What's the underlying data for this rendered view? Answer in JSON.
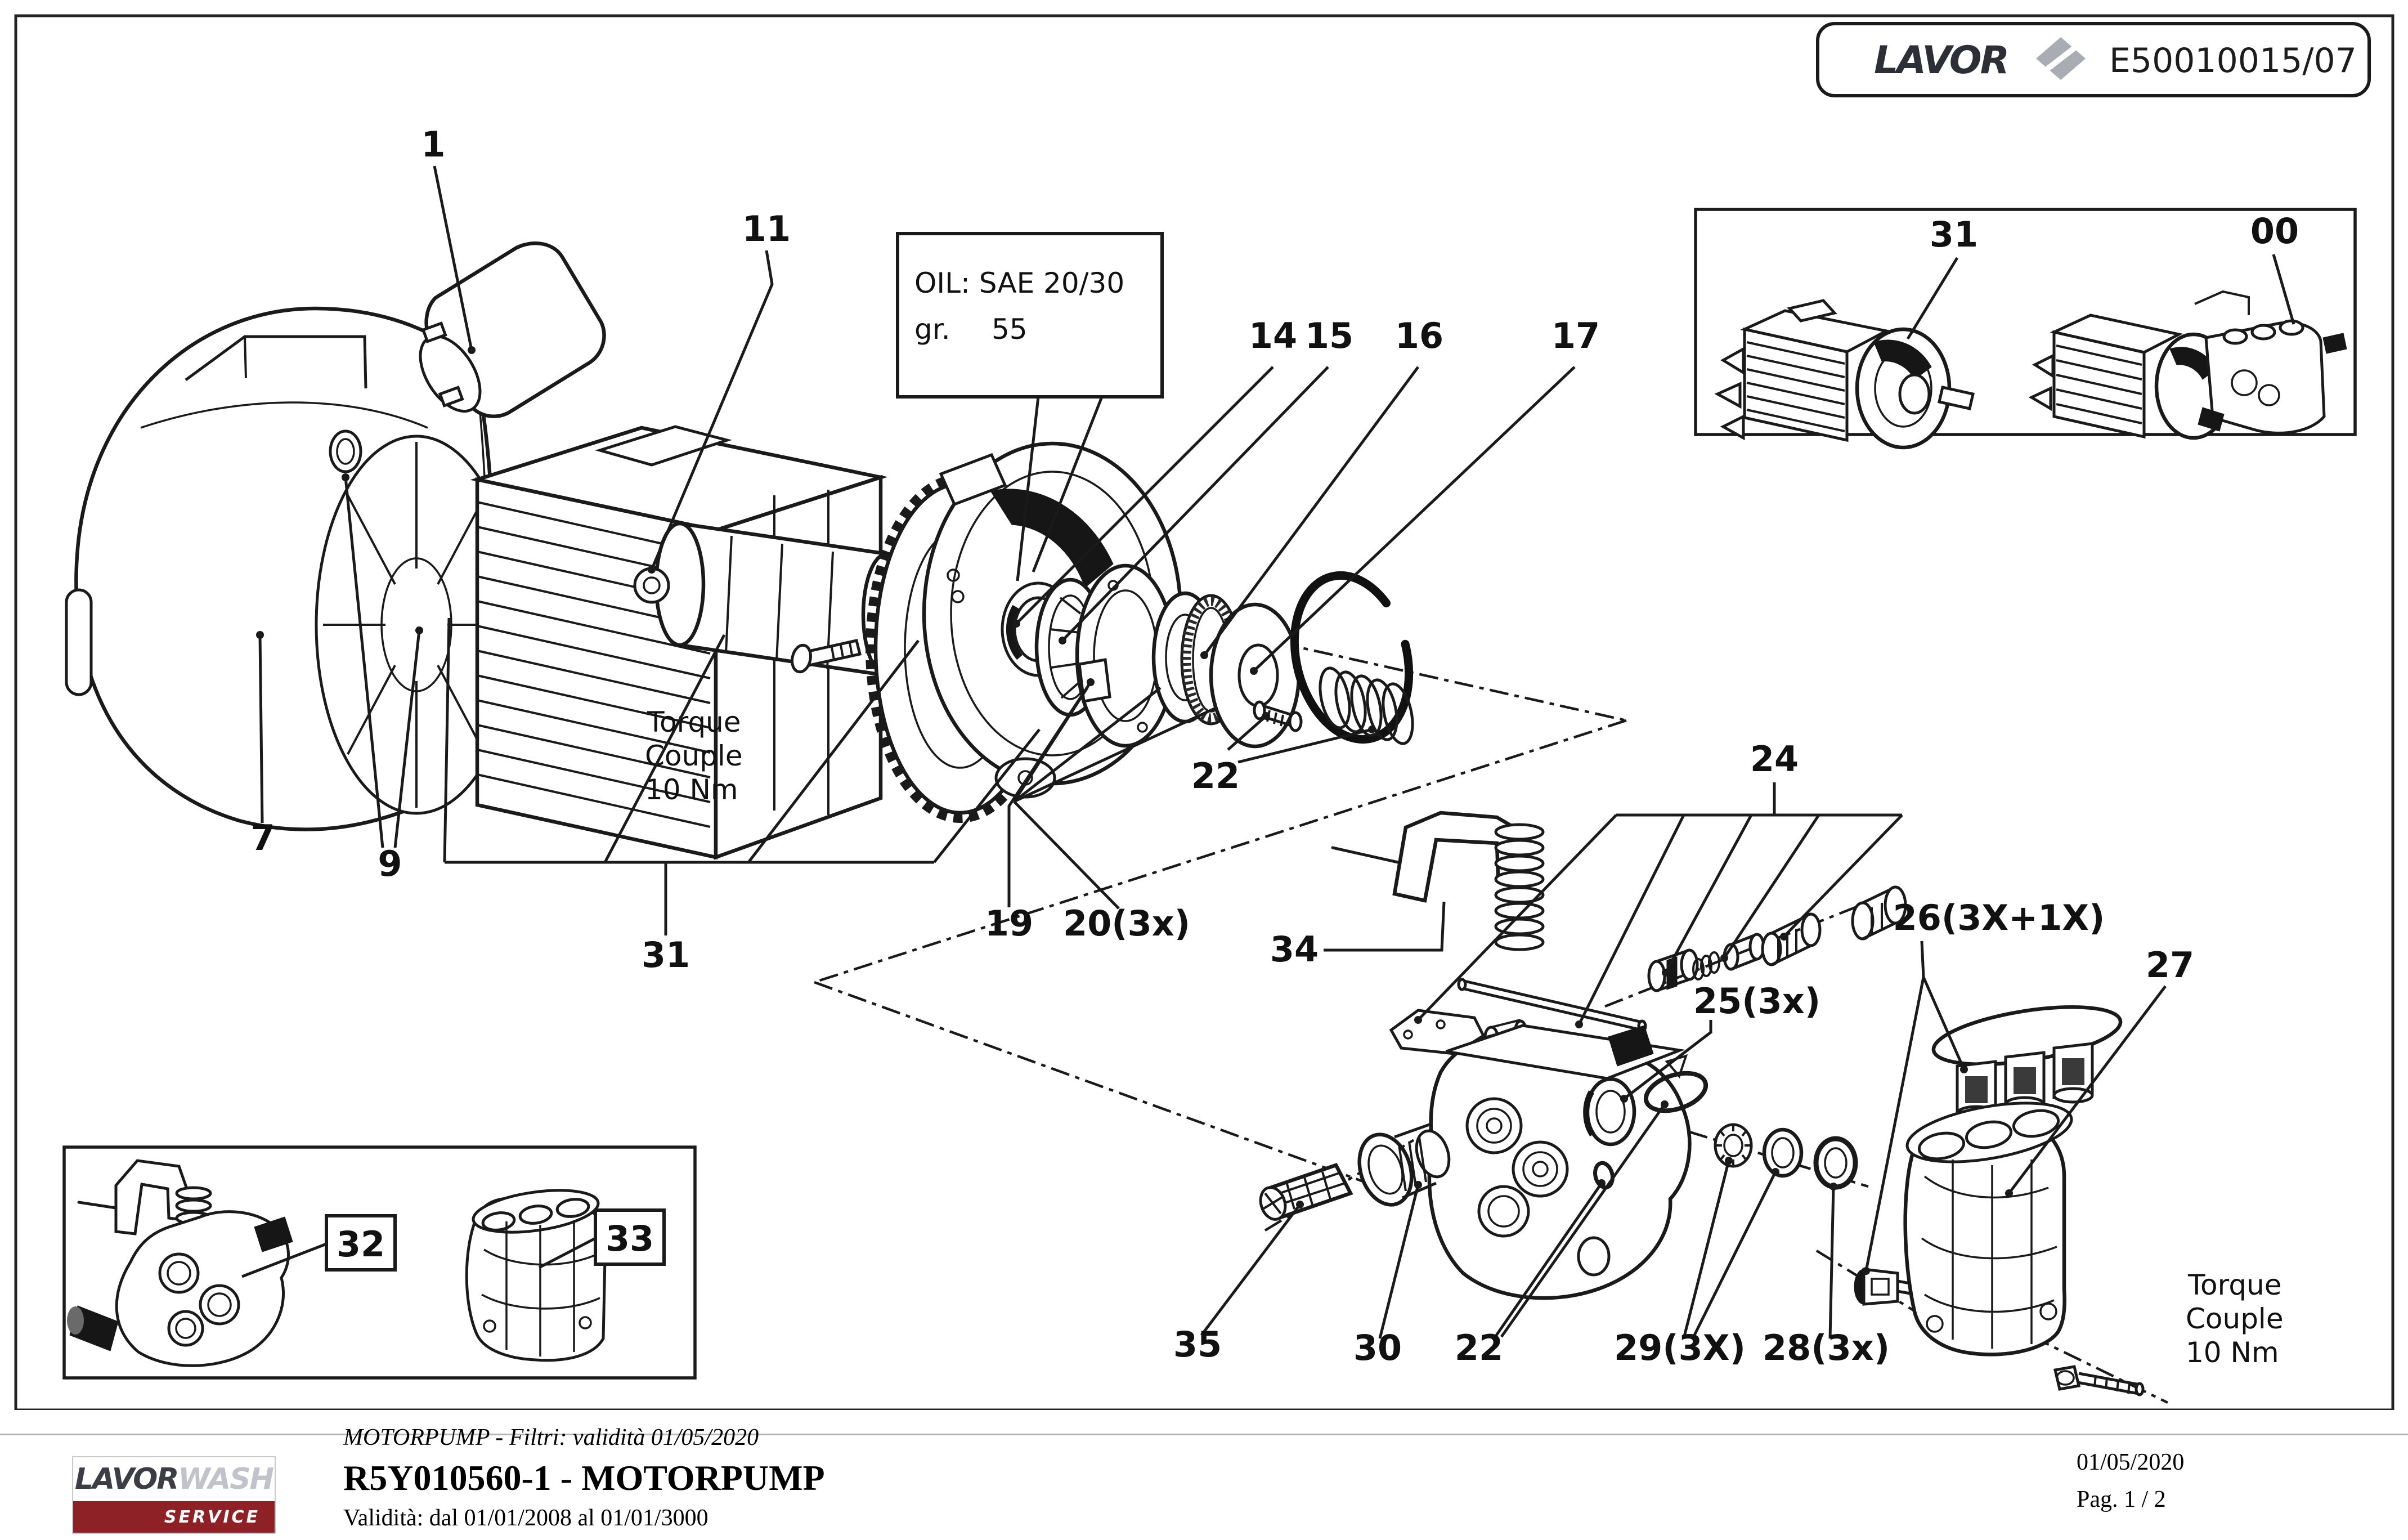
{
  "header": {
    "brand": "LAVOR",
    "doc_code": "E50010015/07"
  },
  "notes": {
    "oil_line1": "OIL: SAE 20/30",
    "oil_line2_label": "gr.",
    "oil_line2_value": "55",
    "torque_left": [
      "Torque",
      "Couple",
      "10 Nm"
    ],
    "torque_right": [
      "Torque",
      "Couple",
      "10 Nm"
    ]
  },
  "part_labels": [
    {
      "text": "1"
    },
    {
      "text": "7"
    },
    {
      "text": "9"
    },
    {
      "text": "11"
    },
    {
      "text": "14"
    },
    {
      "text": "15"
    },
    {
      "text": "16"
    },
    {
      "text": "17"
    },
    {
      "text": "19"
    },
    {
      "text": "20(3x)"
    },
    {
      "text": "22"
    },
    {
      "text": "31"
    },
    {
      "text": "34"
    },
    {
      "text": "24"
    },
    {
      "text": "25(3x)"
    },
    {
      "text": "26(3X+1X)"
    },
    {
      "text": "27"
    },
    {
      "text": "35"
    },
    {
      "text": "30"
    },
    {
      "text": "22"
    },
    {
      "text": "29(3X)"
    },
    {
      "text": "28(3x)"
    },
    {
      "text": "31"
    },
    {
      "text": "00"
    },
    {
      "text": "32"
    },
    {
      "text": "33"
    }
  ],
  "footer": {
    "logo_left": "LAVOR",
    "logo_right": "WASH",
    "logo_service": "SERVICE",
    "subject_line": "MOTORPUMP - Filtri: validità 01/05/2020",
    "title": "R5Y010560-1 - MOTORPUMP",
    "validity": "Validità: dal 01/01/2008 al 01/01/3000",
    "date": "01/05/2020",
    "page": "Pag. 1 / 2"
  }
}
